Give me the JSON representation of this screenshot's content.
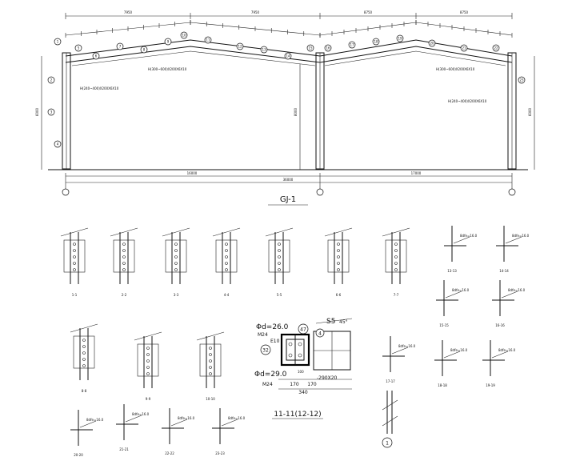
{
  "frame": {
    "title": "GJ-1",
    "top_dims": [
      "7950",
      "7950",
      "8750",
      "8750"
    ],
    "bottom_dims": [
      "16000",
      "17000"
    ],
    "overall_dim": "36000",
    "height_left": "6000",
    "height_mid": "8000",
    "height_right": "6000",
    "beam_labels": [
      "H(300~600)X200X6X10",
      "H(300~600)X200X6X10"
    ],
    "column_labels": [
      "H(240~400)X200X6X10",
      "H(240~400)X200X6X10"
    ],
    "member_bubbles": [
      "1",
      "2",
      "3",
      "4",
      "5",
      "6",
      "7",
      "8",
      "9",
      "10",
      "11",
      "12",
      "13",
      "14",
      "15",
      "16",
      "17",
      "18",
      "19",
      "20",
      "21",
      "22",
      "23"
    ],
    "axis_bubbles": [
      "",
      "",
      ""
    ]
  },
  "sections": [
    {
      "id": "1-1"
    },
    {
      "id": "2-2"
    },
    {
      "id": "3-3"
    },
    {
      "id": "4-4"
    },
    {
      "id": "5-5"
    },
    {
      "id": "6-6"
    },
    {
      "id": "7-7"
    },
    {
      "id": "8-8"
    },
    {
      "id": "9-9"
    },
    {
      "id": "10-10"
    },
    {
      "id": "13-13"
    },
    {
      "id": "14-14"
    },
    {
      "id": "15-15"
    },
    {
      "id": "16-16"
    },
    {
      "id": "17-17"
    },
    {
      "id": "18-18"
    },
    {
      "id": "19-19"
    },
    {
      "id": "20-20"
    },
    {
      "id": "21-21"
    },
    {
      "id": "22-22"
    },
    {
      "id": "23-23"
    }
  ],
  "detail_11": {
    "title": "11-11(12-12)",
    "hole_label_top": "Φd=26.0",
    "bolt_label_top": "M24",
    "bolt_label_e": "E10",
    "bubble_47": "47",
    "bubble_32": "32",
    "bubble_4": "4",
    "weld_label": "S5",
    "angle_label": "45°",
    "hole_label_bot": "Φd=29.0",
    "bolt_label_bot": "M24",
    "plate_label": "-290X20",
    "dim_a": "170",
    "dim_b": "170",
    "dim_total": "340",
    "dim_small": "100"
  },
  "detail_1": {
    "bubble": "1"
  },
  "weld_note": "8dfe=16.0"
}
